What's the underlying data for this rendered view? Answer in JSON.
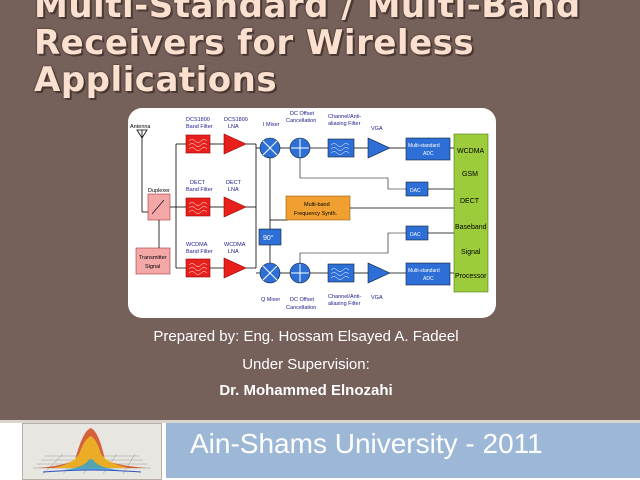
{
  "slide": {
    "title_lines": [
      "Multi-Standard / Multi-Band",
      "Receivers for Wireless",
      "Applications"
    ],
    "credits": {
      "prepared_by": "Prepared by: Eng. Hossam Elsayed A. Fadeel",
      "supervision": "Under Supervision:",
      "supervisor": "Dr. Mohammed Elnozahi"
    },
    "footer_text": "Ain-Shams University - 2011",
    "colors": {
      "background": "#75605a",
      "footer_bar": "#9cb8d6",
      "title": "#fbe0cf"
    }
  },
  "diagram": {
    "antenna": "Antenna",
    "duplexer": "Duplexer",
    "transmitter": [
      "Transmitter",
      "Signal"
    ],
    "band_filters": [
      [
        "DCS1800",
        "Band Filter"
      ],
      [
        "DECT",
        "Band Filter"
      ],
      [
        "WCDMA",
        "Band Filter"
      ]
    ],
    "lnas": [
      [
        "DCS1800",
        "LNA"
      ],
      [
        "DECT",
        "LNA"
      ],
      [
        "WCDMA",
        "LNA"
      ]
    ],
    "i_mixer": "I Mixer",
    "q_mixer": "Q Mixer",
    "dc_offset_top": [
      "DC Offset",
      "Cancellation"
    ],
    "dc_offset_bottom": [
      "DC Offset",
      "Cancellation"
    ],
    "channel_filter_top": [
      "Channel/Anti-",
      "aliasing Filter"
    ],
    "channel_filter_bottom": [
      "Channel/Anti-",
      "aliasing Filter"
    ],
    "vga_top": "VGA",
    "vga_bottom": "VGA",
    "adc_top": [
      "Multi-standard",
      "ADC"
    ],
    "adc_bottom": [
      "Multi-standard",
      "ADC"
    ],
    "dac_1": "DAC",
    "dac_2": "DAC",
    "synth": [
      "Multi-band",
      "Frequency Synth."
    ],
    "phase": "90°",
    "baseband": [
      "WCDMA",
      "GSM",
      "DECT",
      "Baseband",
      "Signal",
      "Processor"
    ]
  }
}
